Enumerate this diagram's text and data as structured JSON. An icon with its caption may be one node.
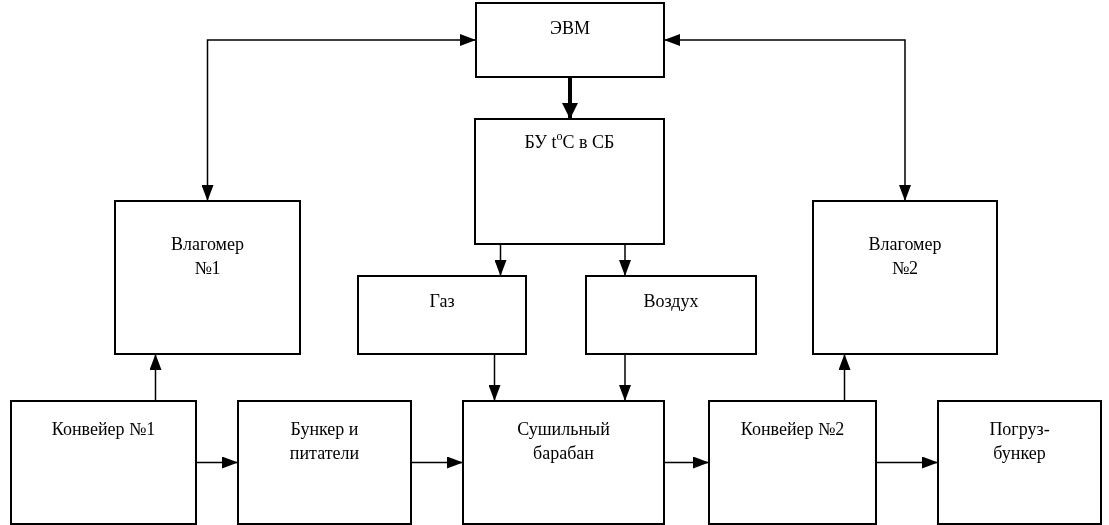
{
  "diagram": {
    "nodes": [
      {
        "text": [
          "ЭВМ"
        ]
      },
      {
        "text": [
          "БУ t$^{o}$C в СБ"
        ]
      },
      {
        "text": [
          "Влагомер №1"
        ]
      },
      {
        "text": [
          "Влагомер №2"
        ]
      },
      {
        "text": [
          "Газ"
        ]
      },
      {
        "text": [
          "Воздух"
        ]
      },
      {
        "text": [
          "Конвейер №1"
        ]
      },
      {
        "text": [
          "Бункер и питатели"
        ]
      },
      {
        "text": [
          "Сушильный барабан"
        ]
      },
      {
        "text": [
          "Конвейер №2"
        ]
      },
      {
        "text": [
          "Погруз- бункер"
        ]
      }
    ],
    "edges": [
      {
        "from": 0,
        "to": 2,
        "arrow": "both"
      },
      {
        "from": 0,
        "to": 3,
        "arrow": "both"
      },
      {
        "from": 0,
        "to": 1,
        "arrow": "to",
        "style": "thick"
      },
      {
        "from": 1,
        "to": 4,
        "arrow": "to"
      },
      {
        "from": 1,
        "to": 5,
        "arrow": "to"
      },
      {
        "from": 4,
        "to": 8,
        "arrow": "to"
      },
      {
        "from": 5,
        "to": 8,
        "arrow": "to"
      },
      {
        "from": 6,
        "to": 2,
        "arrow": "to"
      },
      {
        "from": 9,
        "to": 3,
        "arrow": "to"
      },
      {
        "from": 6,
        "to": 7,
        "arrow": "to"
      },
      {
        "from": 7,
        "to": 8,
        "arrow": "to"
      },
      {
        "from": 8,
        "to": 9,
        "arrow": "to"
      },
      {
        "from": 9,
        "to": 10,
        "arrow": "to"
      }
    ]
  }
}
